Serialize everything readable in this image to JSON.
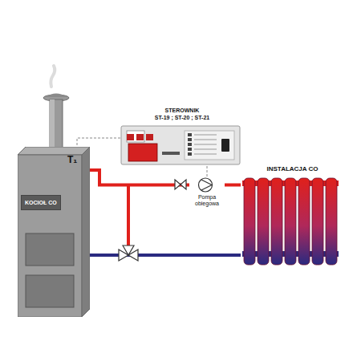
{
  "diagram": {
    "nodes": [
      {
        "text": [
          "KOCIOŁ CO"
        ]
      },
      {
        "text": [
          "STEROWNIK",
          "ST-19 ; ST-20 ; ST-21"
        ]
      },
      {
        "text": [
          "Pompa obiegowa"
        ]
      },
      {
        "text": [
          "INSTALACJA CO"
        ]
      }
    ],
    "edges": [
      {
        "from": 0,
        "to": 2,
        "arrow": "none"
      },
      {
        "from": 2,
        "to": 3,
        "arrow": "none"
      },
      {
        "from": 3,
        "to": 0,
        "arrow": "none"
      },
      {
        "from": 1,
        "to": 0,
        "arrow": "none"
      },
      {
        "from": 1,
        "to": 2,
        "arrow": "none"
      }
    ],
    "labels": [
      "T₁"
    ]
  }
}
